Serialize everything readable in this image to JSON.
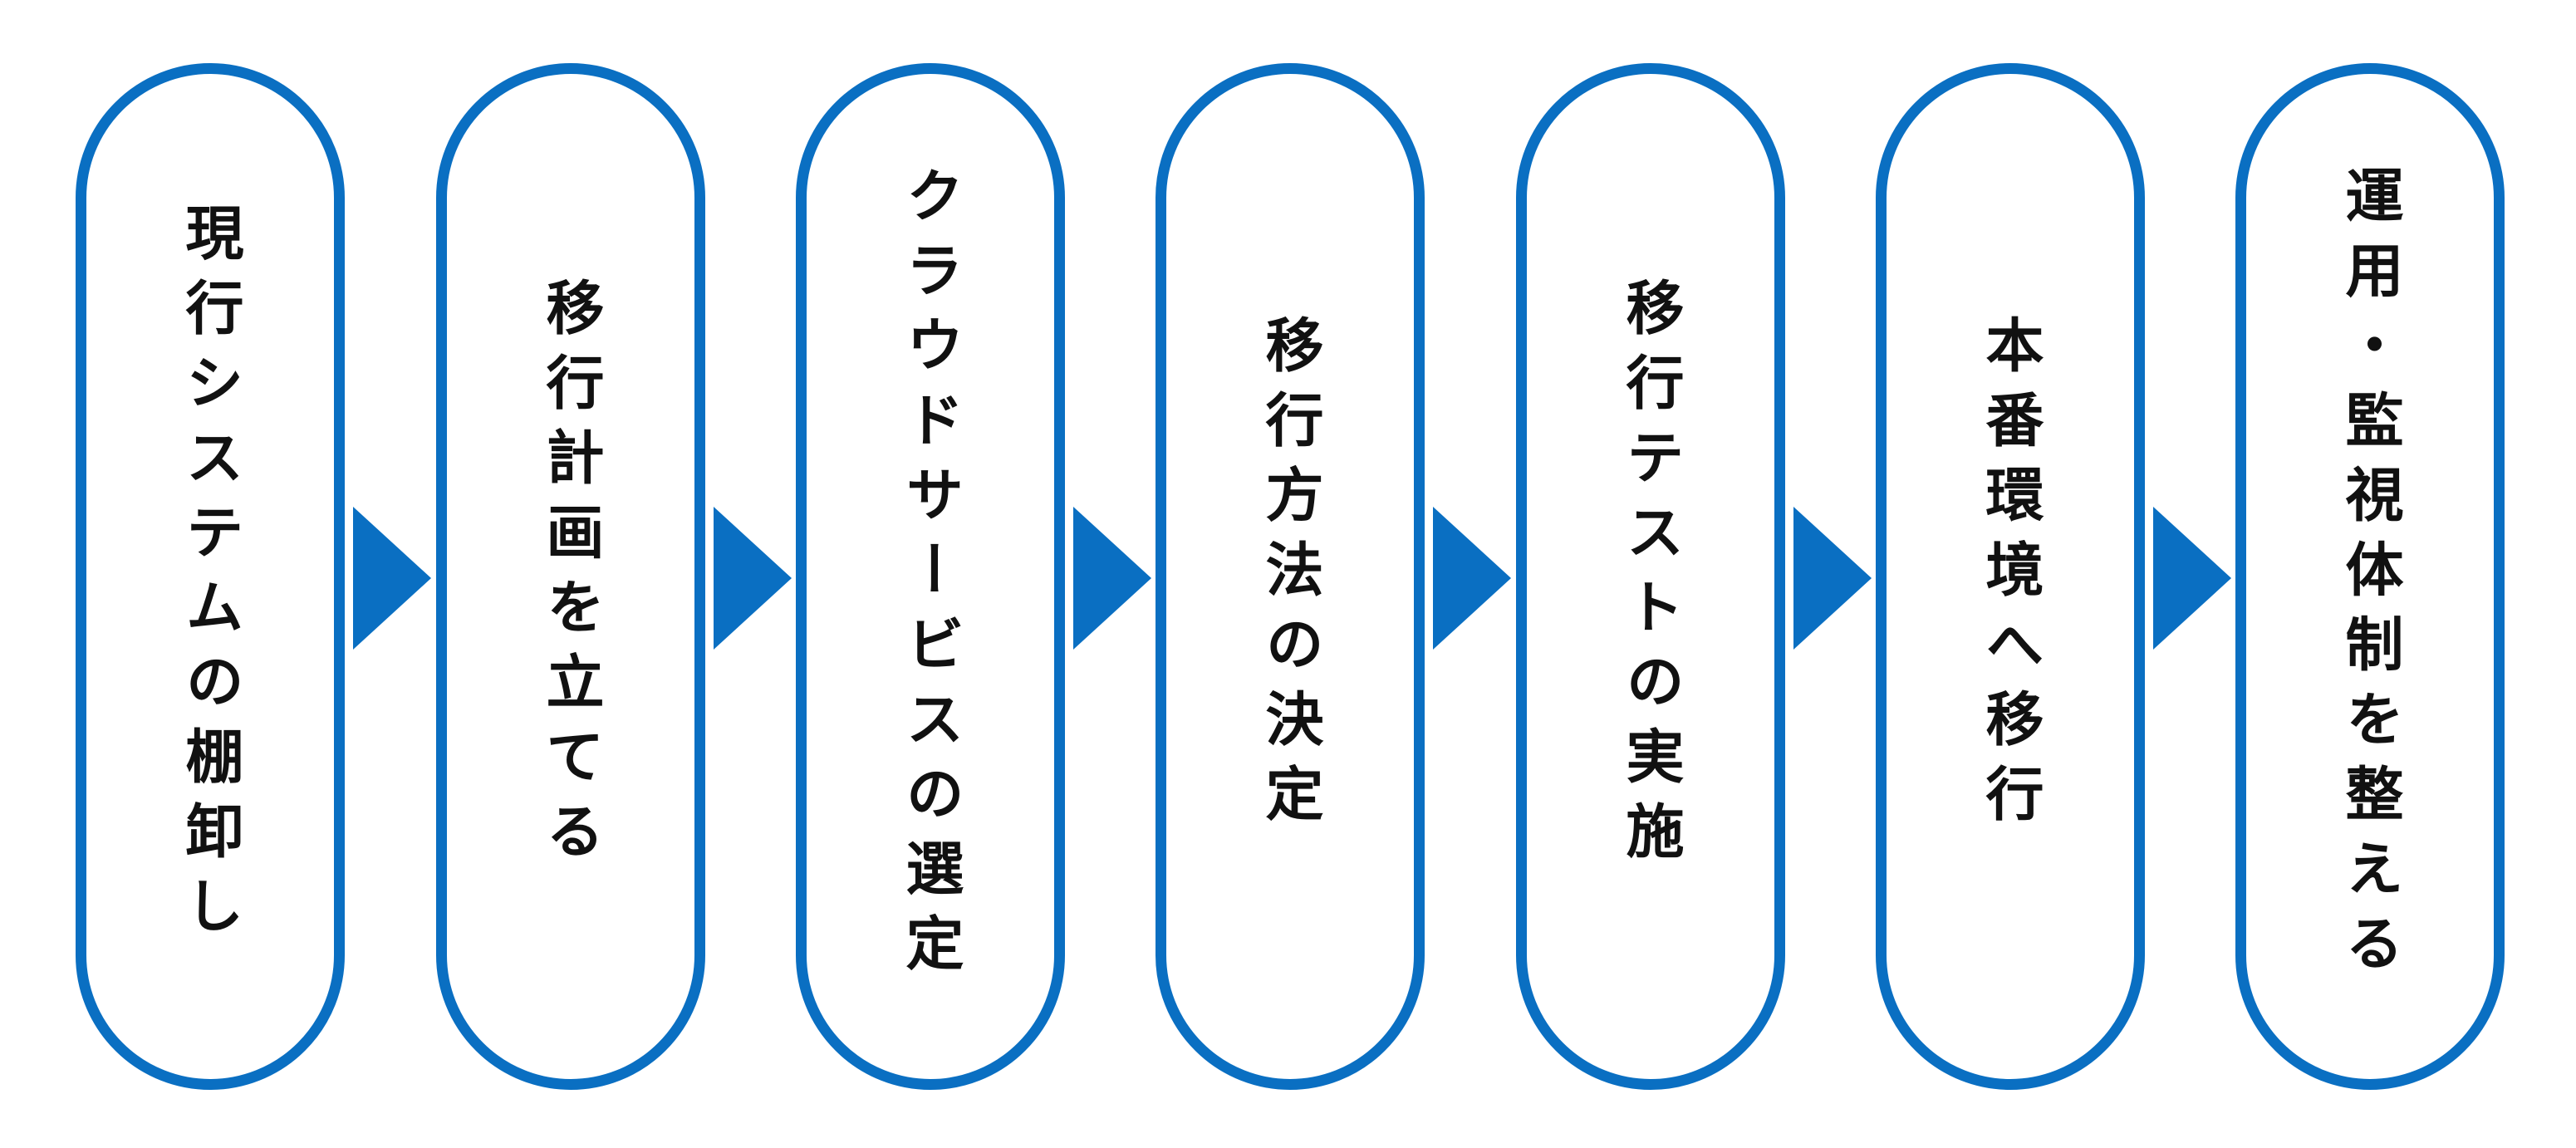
{
  "diagram": {
    "accent_color": "#0a6fc2",
    "steps": [
      {
        "label": "現行システムの棚卸し"
      },
      {
        "label": "移行計画を立てる"
      },
      {
        "label": "クラウドサービスの選定"
      },
      {
        "label": "移行方法の決定"
      },
      {
        "label": "移行テストの実施"
      },
      {
        "label": "本番環境へ移行"
      },
      {
        "label": "運用・監視体制を整える"
      }
    ],
    "connectors": [
      {
        "icon": "triangle-arrow-right-icon"
      },
      {
        "icon": "triangle-arrow-right-icon"
      },
      {
        "icon": "triangle-arrow-right-icon"
      },
      {
        "icon": "triangle-arrow-right-icon"
      },
      {
        "icon": "triangle-arrow-right-icon"
      },
      {
        "icon": "triangle-arrow-right-icon"
      }
    ]
  }
}
